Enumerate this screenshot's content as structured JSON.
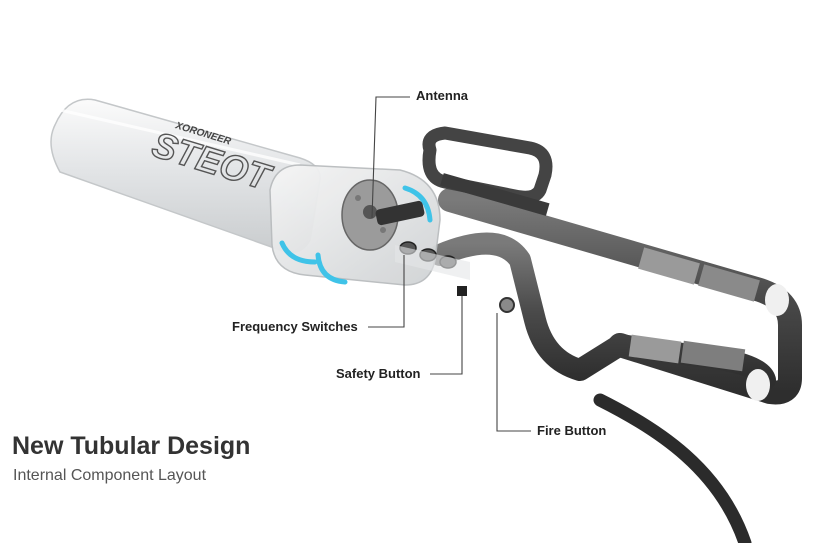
{
  "heading": {
    "title": "New Tubular Design",
    "subtitle": "Internal Component Layout"
  },
  "callouts": {
    "antenna": "Antenna",
    "frequency_switches": "Frequency Switches",
    "safety_button": "Safety Button",
    "fire_button": "Fire Button"
  },
  "device": {
    "brand_text": "XORONEER",
    "model_text": "STEOT",
    "accent_color": "#3fc3e8",
    "handle_color": "#4a4a4a",
    "body_color": "#e6e8ea"
  }
}
